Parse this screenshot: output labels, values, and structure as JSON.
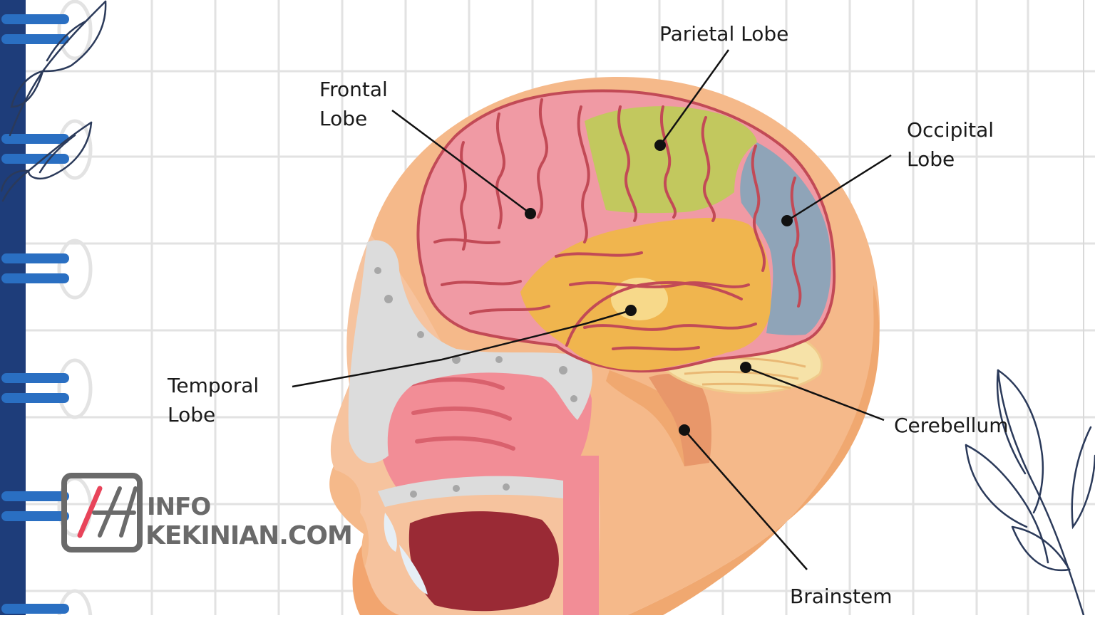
{
  "labels": {
    "parietal": [
      "Parietal Lobe"
    ],
    "frontal": [
      "Frontal",
      "Lobe"
    ],
    "occipital": [
      "Occipital",
      "Lobe"
    ],
    "temporal": [
      "Temporal",
      "Lobe"
    ],
    "cerebellum": [
      "Cerebellum"
    ],
    "brainstem": [
      "Brainstem"
    ]
  },
  "watermark": {
    "line1": "INFO",
    "line2": "KEKINIAN.COM"
  },
  "colors": {
    "grid": "#e2e2e2",
    "spine": "#1e3d7a",
    "ring": "#2a6fc2",
    "frontal": "#f09aa4",
    "parietal": "#c2c85e",
    "temporal": "#f0b54e",
    "occipital": "#8fa4b8",
    "head": "#f5b98a",
    "gyri": "#c24a56"
  }
}
